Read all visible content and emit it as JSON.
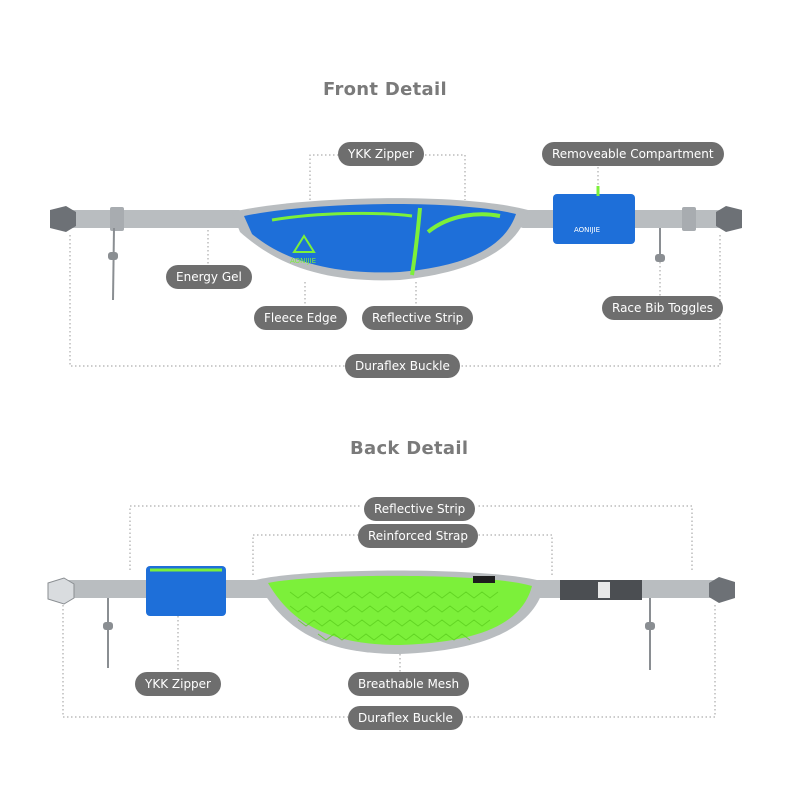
{
  "front": {
    "title": "Front Detail",
    "labels": {
      "ykk_zipper": "YKK Zipper",
      "removeable_compartment": "Removeable Compartment",
      "energy_gel": "Energy Gel",
      "fleece_edge": "Fleece Edge",
      "reflective_strip": "Reflective Strip",
      "race_bib_toggles": "Race Bib Toggles",
      "duraflex_buckle": "Duraflex Buckle"
    },
    "brand_on_pouch": "AONIJIE",
    "brand_on_pocket": "AONIJIE"
  },
  "back": {
    "title": "Back Detail",
    "labels": {
      "reflective_strip": "Reflective Strip",
      "reinforced_strap": "Reinforced Strap",
      "ykk_zipper": "YKK Zipper",
      "breathable_mesh": "Breathable Mesh",
      "duraflex_buckle": "Duraflex Buckle"
    }
  },
  "colors": {
    "label_bg": "#6e6e6e",
    "pouch_blue": "#1e6fd9",
    "accent_green": "#7cf03a",
    "strap_gray": "#b9bdc0"
  }
}
